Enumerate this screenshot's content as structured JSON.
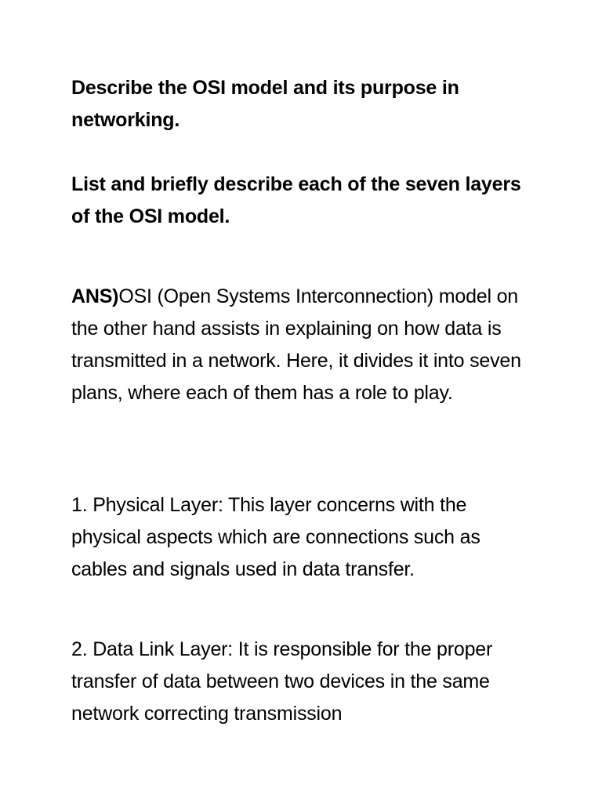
{
  "document": {
    "question_1": "Describe the OSI model and its purpose in networking.",
    "question_2": "List and briefly describe each of the seven layers of the OSI model.",
    "answer": {
      "label": "ANS)",
      "text": "OSI (Open Systems Interconnection) model on the other hand assists in explaining on how data is transmitted in a network. Here, it divides it into seven plans, where each of them has a role to play."
    },
    "layers": [
      {
        "text": "1. Physical Layer: This layer concerns with the physical aspects which are connections such as cables and signals used in data transfer."
      },
      {
        "text": "2. Data Link Layer: It is responsible for the proper transfer of data between two devices in the same network correcting transmission"
      }
    ]
  }
}
